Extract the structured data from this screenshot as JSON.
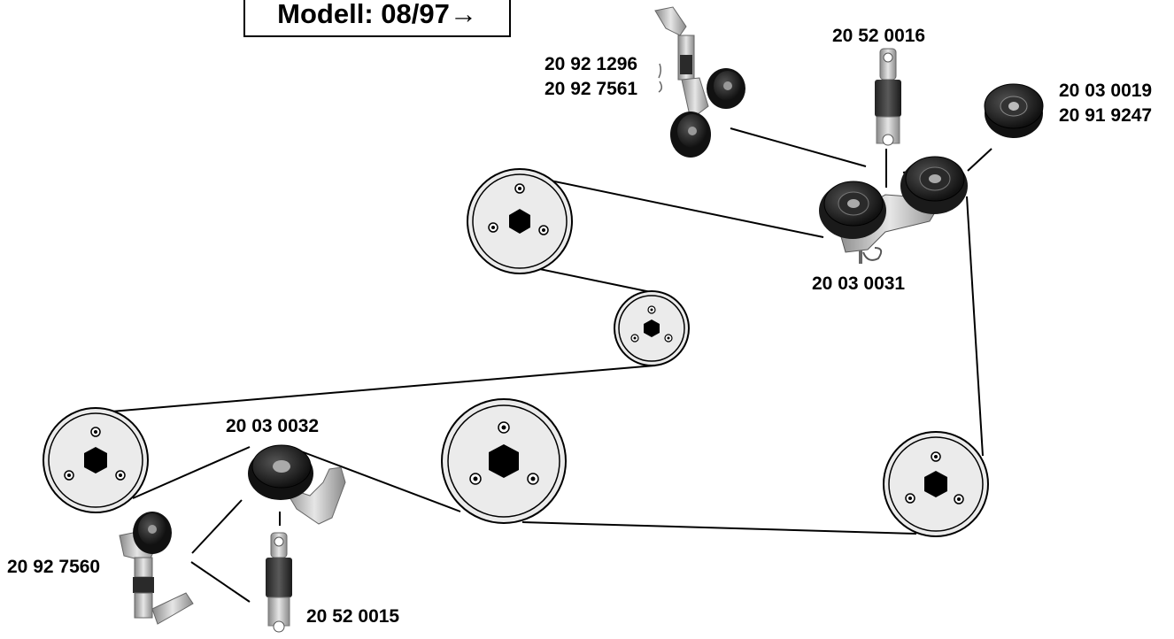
{
  "title": "Modell: 08/97→",
  "labels": {
    "p_2052_0016": "20 52 0016",
    "p_2092_1296": "20 92 1296",
    "p_2092_7561": "20 92 7561",
    "p_2003_0019": "20 03 0019",
    "p_2091_9247": "20 91 9247",
    "p_2003_0031": "20 03 0031",
    "p_2003_0032": "20 03 0032",
    "p_2092_7560": "20 92 7560",
    "p_2052_0015": "20 52 0015"
  },
  "colors": {
    "pulley_fill": "#ebebeb",
    "hub": "#000000",
    "roller_dark": "#1c1c1c",
    "metal": "#b9b9b9"
  }
}
